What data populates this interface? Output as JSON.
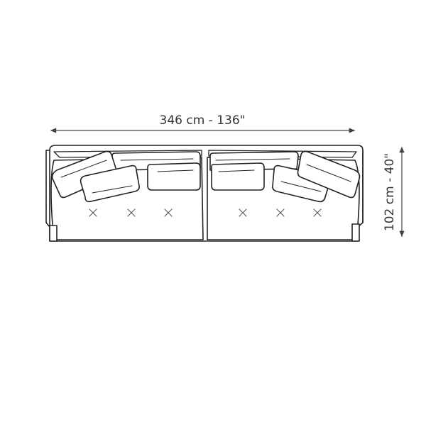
{
  "dimensions": {
    "width_label": "346 cm - 136\"",
    "depth_label": "102 cm - 40\""
  },
  "colors": {
    "line": "#222222",
    "text": "#333333",
    "background": "#ffffff"
  },
  "seat_tufts": {
    "left_module_count": 3,
    "right_module_count": 3
  },
  "modules": {
    "left_pillows": 3,
    "right_pillows": 3
  }
}
